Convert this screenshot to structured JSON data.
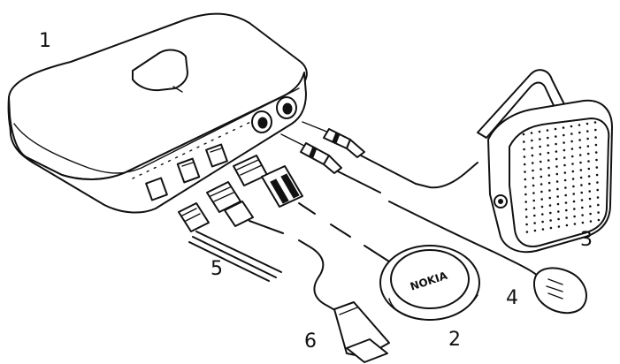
{
  "callouts": {
    "c1": "1",
    "c2": "2",
    "c3": "3",
    "c4": "4",
    "c5": "5",
    "c6": "6"
  },
  "logo_text": "NOKIA",
  "colors": {
    "line": "#111111",
    "background": "#ffffff"
  }
}
